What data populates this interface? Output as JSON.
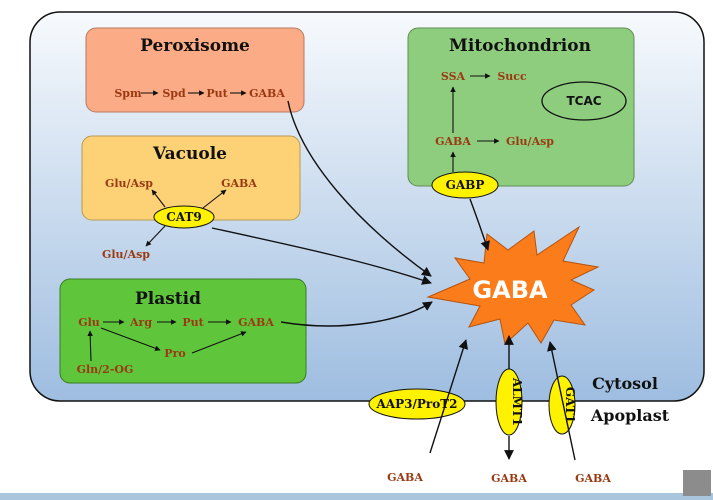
{
  "compartments": {
    "peroxisome": {
      "title": "Peroxisome",
      "metabolites": [
        "Spm",
        "Spd",
        "Put",
        "GABA"
      ]
    },
    "vacuole": {
      "title": "Vacuole",
      "metabolites": {
        "glu_asp_left": "Glu/Asp",
        "gaba": "GABA",
        "glu_asp_lower": "Glu/Asp"
      },
      "transporter": "CAT9"
    },
    "mitochondrion": {
      "title": "Mitochondrion",
      "metabolites": {
        "ssa": "SSA",
        "succ": "Succ",
        "tcac": "TCAC",
        "gaba": "GABA",
        "glu_asp": "Glu/Asp"
      },
      "transporter": "GABP"
    },
    "plastid": {
      "title": "Plastid",
      "metabolites": {
        "glu": "Glu",
        "arg": "Arg",
        "put": "Put",
        "gaba": "GABA",
        "pro": "Pro",
        "gln": "Gln/2-OG"
      }
    }
  },
  "center": {
    "label": "GABA"
  },
  "regions": {
    "cytosol": "Cytosol",
    "apoplast": "Apoplast"
  },
  "membrane_transporters": [
    "AAP3/ProT2",
    "ALMT1",
    "GAT1"
  ],
  "apoplast_metabolites": [
    "GABA",
    "GABA",
    "GABA"
  ],
  "colors": {
    "cell_top": "#f7fafd",
    "cell_bottom": "#9ebde0",
    "peroxisome": "#fbab85",
    "vacuole": "#fdd277",
    "mitochondrion": "#8fcd7e",
    "plastid": "#5fc63b",
    "transporter": "#fff200",
    "star": "#fb7c1b",
    "metabolite_text": "#9a3a12"
  }
}
